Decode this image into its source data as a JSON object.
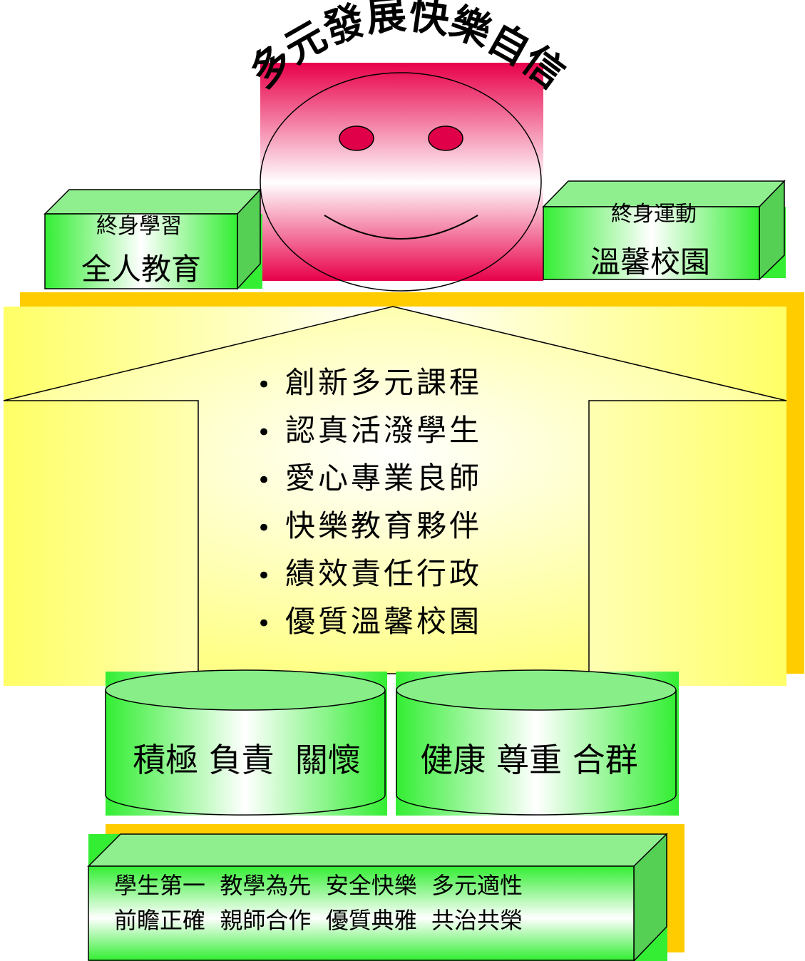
{
  "title": "多元發展快樂自信",
  "left_box": {
    "top": "終身學習",
    "main": "全人教育"
  },
  "right_box": {
    "top": "終身運動",
    "main": "溫馨校園"
  },
  "pillars": [
    "創新多元課程",
    "認真活潑學生",
    "愛心專業良師",
    "快樂教育夥伴",
    "績效責任行政",
    "優質溫馨校園"
  ],
  "cylinders": [
    {
      "label": "積極 負責  關懷"
    },
    {
      "label": "健康 尊重 合群"
    }
  ],
  "foundation": {
    "line1": "學生第一  教學為先  安全快樂  多元適性",
    "line2": "前瞻正確  親師合作  優質典雅  共治共榮"
  },
  "colors": {
    "green_face": "#ccffcc",
    "green_side": "#55d055",
    "green_top": "#8fef8f",
    "yellow": "#ffff66",
    "yellow_shadow": "#ffcc00",
    "pink": "#e8004a",
    "eye": "#e0004a"
  }
}
